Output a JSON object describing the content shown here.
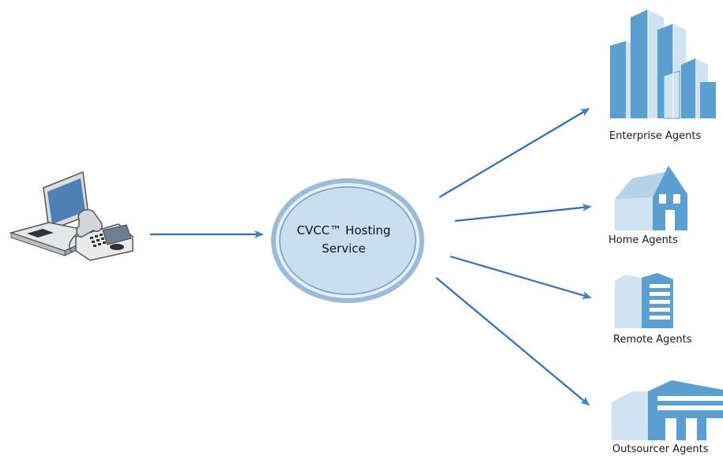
{
  "hub": {
    "line1": "CVCC™ Hosting",
    "line2": "Service"
  },
  "source": {
    "icon": "laptop-and-desk-phone-icon"
  },
  "destinations": [
    {
      "label": "Enterprise Agents",
      "icon": "office-towers-icon"
    },
    {
      "label": "Home Agents",
      "icon": "house-icon"
    },
    {
      "label": "Remote Agents",
      "icon": "small-office-building-icon"
    },
    {
      "label": "Outsourcer Agents",
      "icon": "outsourcer-building-icon"
    }
  ],
  "colors": {
    "arrow": "#2f6fb2",
    "hub_fill": "#c9dff0",
    "hub_ring": "#7fa9d3",
    "building_dark": "#5b9fd0",
    "building_light": "#cfe3f2"
  }
}
